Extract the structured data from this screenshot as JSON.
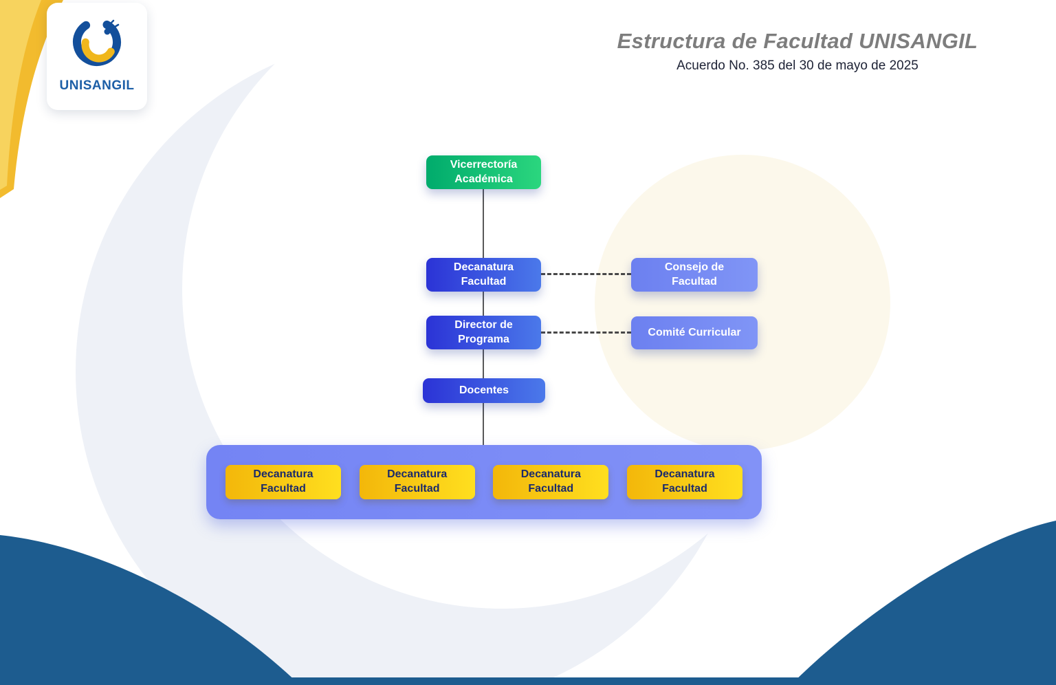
{
  "header": {
    "title": "Estructura de Facultad UNISANGIL",
    "subtitle": "Acuerdo No. 385 del 30 de mayo de 2025"
  },
  "logo": {
    "wordmark": "UNISANGIL"
  },
  "org": {
    "vicerrectoria": "Vicerrectoría Académica",
    "decanatura": "Decanatura Facultad",
    "consejo": "Consejo de Facultad",
    "director": "Director de Programa",
    "comite": "Comité Curricular",
    "docentes": "Docentes",
    "facultades": [
      "Decanatura Facultad",
      "Decanatura Facultad",
      "Decanatura Facultad",
      "Decanatura Facultad"
    ]
  },
  "chart_data": {
    "type": "org-chart",
    "hierarchy": [
      {
        "id": "vicerrectoria-academica",
        "label": "Vicerrectoría Académica",
        "level": 1,
        "style": "green"
      },
      {
        "id": "decanatura-facultad",
        "label": "Decanatura Facultad",
        "level": 2,
        "style": "blue",
        "parent": "vicerrectoria-academica",
        "link": "solid"
      },
      {
        "id": "consejo-de-facultad",
        "label": "Consejo de Facultad",
        "level": 2,
        "style": "light-blue",
        "parent": "decanatura-facultad",
        "link": "dashed"
      },
      {
        "id": "director-de-programa",
        "label": "Director de Programa",
        "level": 3,
        "style": "blue",
        "parent": "decanatura-facultad",
        "link": "solid"
      },
      {
        "id": "comite-curricular",
        "label": "Comité Curricular",
        "level": 3,
        "style": "light-blue",
        "parent": "director-de-programa",
        "link": "dashed"
      },
      {
        "id": "docentes",
        "label": "Docentes",
        "level": 4,
        "style": "blue",
        "parent": "director-de-programa",
        "link": "solid"
      },
      {
        "id": "grupo-facultades",
        "label": "",
        "level": 5,
        "style": "container",
        "parent": "docentes",
        "link": "solid",
        "children": [
          "Decanatura Facultad",
          "Decanatura Facultad",
          "Decanatura Facultad",
          "Decanatura Facultad"
        ]
      }
    ]
  },
  "colors": {
    "green_start": "#00AB6C",
    "green_end": "#2BD67E",
    "blue_start": "#2B33D6",
    "blue_end": "#4B79EA",
    "light_blue_start": "#6C80F0",
    "light_blue_end": "#8095F6",
    "container_purple": "#7B8AF5",
    "yellow_start": "#F3B70A",
    "yellow_end": "#FFDF1F",
    "yellow_text": "#1B2A6B",
    "corner_blue": "#1D5C8F",
    "ribbon_yellow": "#F2BB2E",
    "title_gray": "#7D7D7D",
    "logo_blue": "#1D5FA7"
  }
}
